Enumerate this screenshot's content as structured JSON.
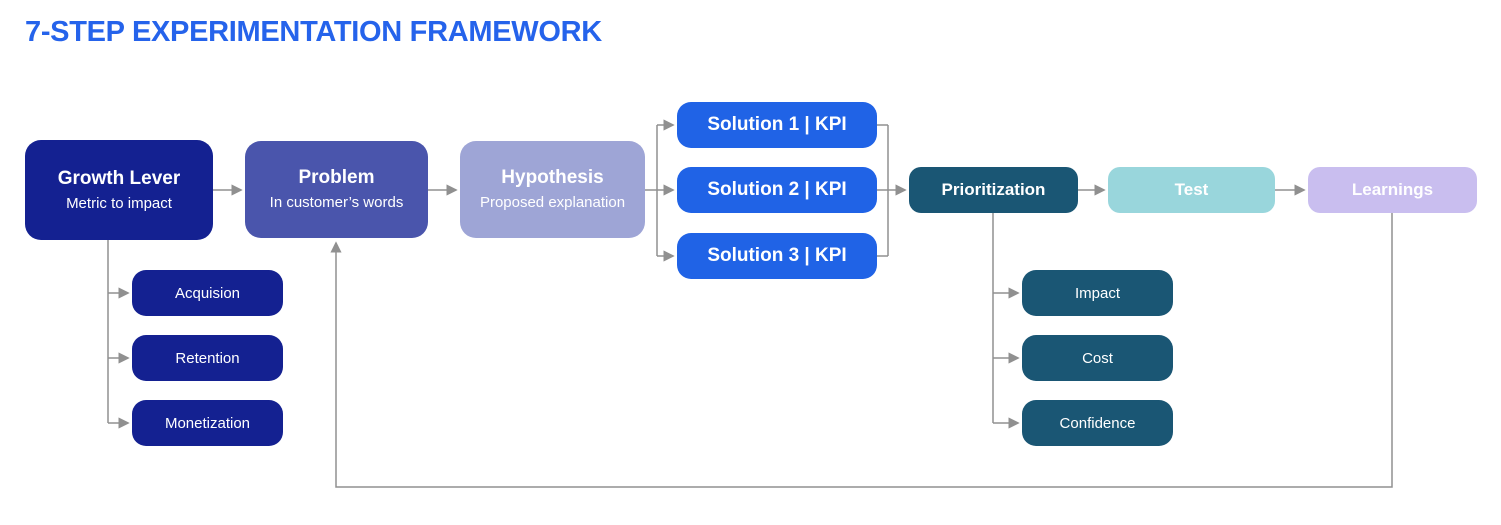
{
  "title": "7-STEP EXPERIMENTATION FRAMEWORK",
  "colors": {
    "accent": "#2563eb",
    "navy": "#142191",
    "problem": "#4a55ac",
    "hypothesis": "#9ea5d6",
    "solution": "#2063e6",
    "teal": "#1a5674",
    "test": "#99d6dc",
    "learnings": "#c9beef",
    "line": "#909090",
    "background": "#ffffff",
    "text_on_box": "#ffffff"
  },
  "steps": {
    "growth_lever": {
      "label": "Growth Lever",
      "sublabel": "Metric to impact"
    },
    "problem": {
      "label": "Problem",
      "sublabel": "In customer’s words"
    },
    "hypothesis": {
      "label": "Hypothesis",
      "sublabel": "Proposed explanation"
    },
    "solutions": [
      {
        "label": "Solution 1 | KPI"
      },
      {
        "label": "Solution 2 | KPI"
      },
      {
        "label": "Solution 3 | KPI"
      }
    ],
    "prioritization": {
      "label": "Prioritization"
    },
    "test": {
      "label": "Test"
    },
    "learnings": {
      "label": "Learnings"
    }
  },
  "growth_lever_levers": [
    {
      "label": "Acquision"
    },
    {
      "label": "Retention"
    },
    {
      "label": "Monetization"
    }
  ],
  "prioritization_criteria": [
    {
      "label": "Impact"
    },
    {
      "label": "Cost"
    },
    {
      "label": "Confidence"
    }
  ]
}
